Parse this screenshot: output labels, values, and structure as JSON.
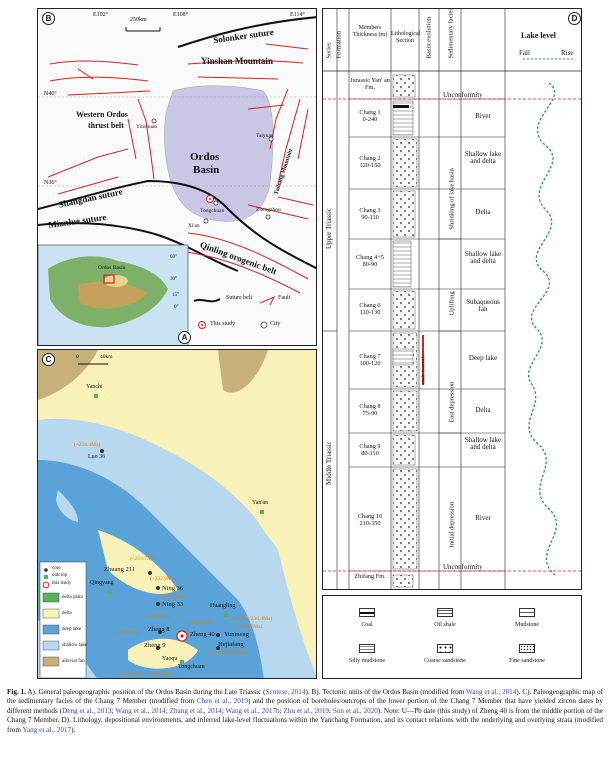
{
  "panelB": {
    "label": "B",
    "lon_labels": [
      "E102°",
      "E108°",
      "E114°"
    ],
    "lat_labels": [
      "N40°",
      "N36°"
    ],
    "scale": "250km",
    "names": {
      "solonker": "Solonker suture",
      "yinshan": "Yinshan  Mountain",
      "western_ordos": "Western Ordos",
      "thrust_belt": "thrust belt",
      "ordos": "Ordos",
      "basin": "Basin",
      "yinchuan": "Yinchuan",
      "taiyuan": "Taiyuan",
      "taihang": "Taihang Mountain",
      "shangdan": "Shangdan suture",
      "mianlue": "Mianlue suture",
      "qinling": "Qinling orogenic belt",
      "tongchuan": "Tongchuan",
      "xian": "Xi'an",
      "zhengzhou": "Zhengzhou"
    },
    "inset": {
      "label": "Ordos Basin",
      "lat1": "60°",
      "lat2": "30°",
      "lat3": "15°",
      "lat4": "0°"
    },
    "legend": {
      "suture": "Suture belt",
      "fault": "Fault",
      "study": "This study",
      "city": "City"
    },
    "corner_label": "A"
  },
  "panelC": {
    "label": "C",
    "scale": [
      "0",
      "40km"
    ],
    "places": {
      "yanchi": "Yanchi",
      "luo36": "Luo 36",
      "yanan": "Yan'an",
      "zhuang211": "Zhuang 211",
      "qingyang": "Qingyang",
      "ning36": "Ning 36",
      "ning33": "Ning 33",
      "huangling": "Huangling",
      "zheng8": "Zheng 8",
      "zheng40": "Zheng 40",
      "yunmeng": "Yunmeng",
      "hejiafang": "Hejiafang",
      "zheng9": "Zheng 9",
      "yaoqu": "Yaoqu",
      "tongchuan": "Tongchuan"
    },
    "dates": {
      "luo36": "(~234.4Ma)",
      "zhuang211": "(~233.7Ma)",
      "ning36": "(~232.6Ma)",
      "ning33": "(~233.4Ma)",
      "zheng8": "(~230.5Ma)",
      "zheng40": "(~233.0Ma)",
      "yunmeng": "(~234.4/236.4Ma)",
      "yunmeng2": "(~228.2Ma)",
      "hejiafang": "(~228.5/238.9Ma)",
      "left": "(~234.6Ma)",
      "yaoqu": "(~233.6/241.3/240.3Ma)"
    },
    "legend": {
      "core": "core",
      "outcrop": "outcrop",
      "thisstudy": "this study",
      "deltaplain": "delta plain",
      "delta": "delta",
      "deeplake": "deep lake",
      "shallowlake": "shallow lake",
      "alluvial": "alluvial fan"
    },
    "colors": {
      "deltaplain": "#55b35a",
      "delta": "#f8f2b8",
      "deeplake": "#5aa3d8",
      "shallowlake": "#b7d8ee",
      "alluvial": "#c8b07a"
    }
  },
  "panelD": {
    "label": "D",
    "headers": [
      "Series",
      "Formation",
      "Members Thickness (m)",
      "Lithological Section",
      "Basin evolution",
      "Sedimentary facies",
      "Lake level"
    ],
    "lake_fall": "Fall",
    "lake_rise": "Rise",
    "jurassic": "Jurassic Yan' an Fm.",
    "unconformity_top": "Unconformity",
    "unconformity_bottom": "Unconformity",
    "zhifang": "Zhifang Fm.",
    "upper_triassic": "Upper Triassic",
    "middle_triassic": "Middle Triassic",
    "members": [
      {
        "name": "Chang 1",
        "thick": "0-240"
      },
      {
        "name": "Chang 2",
        "thick": "120-150"
      },
      {
        "name": "Chang 3",
        "thick": "90-110"
      },
      {
        "name": "Chang 4+5",
        "thick": "80-90"
      },
      {
        "name": "Chang 6",
        "thick": "110-130"
      },
      {
        "name": "Chang 7",
        "thick": "100-120"
      },
      {
        "name": "Chang 8",
        "thick": "75-90"
      },
      {
        "name": "Chang 9",
        "thick": "80-110"
      },
      {
        "name": "Chang 10",
        "thick": "210-350"
      }
    ],
    "evolution": [
      "Shrinking of lake basin",
      "Uplifting",
      "Fast depression",
      "Initial depression"
    ],
    "facies": [
      "River",
      "Shallow lake and delta",
      "Delta",
      "Shallow lake and delta",
      "Subaqueous fan",
      "Deep lake",
      "Delta",
      "Shallow lake and delta",
      "River"
    ],
    "study_interval": "study interval"
  },
  "legend": {
    "items": [
      "Coal",
      "Oil shale",
      "Mudstone",
      "Silty mudstone",
      "Coarse sandstone",
      "Fine sandstone"
    ]
  },
  "caption": {
    "fig": "Fig. 1.",
    "t1": " A). General paleogeographic position of the Ordos Basin during the Late Triassic (",
    "r1": "Scotese, 2014",
    "t2": "). B). Tectonic units of the Ordos Basin (modified from ",
    "r2": "Wang et al., 2014",
    "t3": "). C). Paleogeographic map of the sedimentary facies of the Chang 7 Member (modified from ",
    "r3": "Chen et al., 2019",
    "t4": ") and the position of boreholes/outcrops of the lower portion of the Chang 7 Member that have yielded zircon dates by different methods (",
    "r4": "Deng et al., 2013",
    "t5": "; ",
    "r5": "Wang et al., 2014",
    "t6": "; ",
    "r6": "Zhang et al., 2014",
    "t7": "; ",
    "r7": "Wang et al., 2017b",
    "t8": "; ",
    "r8": "Zhu et al., 2019",
    "t9": "; ",
    "r9": "Sun et al., 2020",
    "t10": "). Note: U—Pb date (this study) of Zheng 40 is from the middle portion of the Chang 7 Member. D). Lithology, depositional environments, and inferred lake-level fluctuations within the Yanchang Formation, and its contact relations with the underlying and overlying strata (modified from ",
    "r10": "Yang et al., 2017",
    "t11": ")."
  }
}
